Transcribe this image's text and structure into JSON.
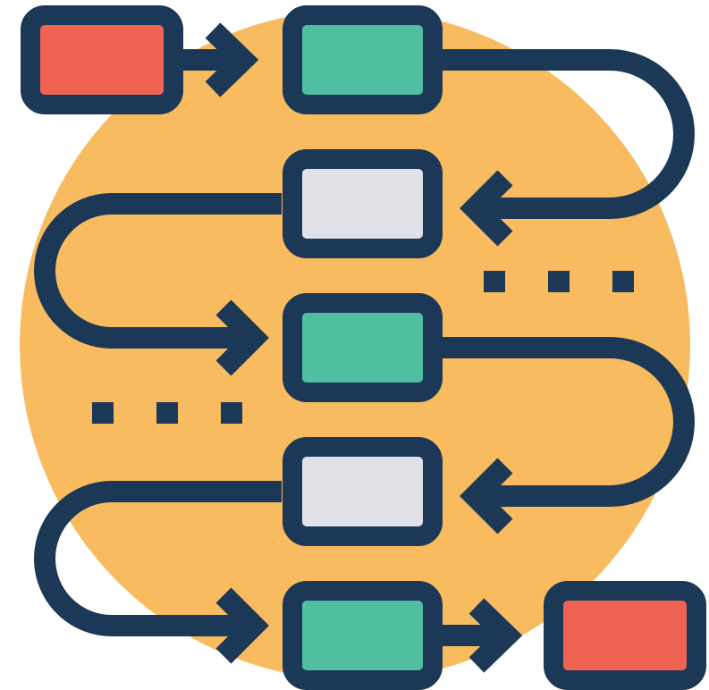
{
  "colors": {
    "background_circle": "#F9BB5F",
    "outline": "#1B3856",
    "start_end_block": "#F06352",
    "green_block": "#4FBF9F",
    "gray_block": "#E0E2E7"
  },
  "diagram": {
    "type": "serpentine-flowchart-icon",
    "blocks": [
      {
        "id": "start",
        "role": "start",
        "color": "start_end_block"
      },
      {
        "id": "step-1",
        "role": "process",
        "color": "green_block"
      },
      {
        "id": "step-2",
        "role": "process",
        "color": "gray_block"
      },
      {
        "id": "step-3",
        "role": "process",
        "color": "green_block"
      },
      {
        "id": "step-4",
        "role": "process",
        "color": "gray_block"
      },
      {
        "id": "step-5",
        "role": "process",
        "color": "green_block"
      },
      {
        "id": "end",
        "role": "end",
        "color": "start_end_block"
      }
    ],
    "connections": [
      {
        "from": "start",
        "to": "step-1",
        "style": "straight-arrow"
      },
      {
        "from": "step-1",
        "to": "step-2",
        "style": "curved-arrow-right"
      },
      {
        "from": "step-2",
        "to": "step-3",
        "style": "curved-arrow-left"
      },
      {
        "from": "step-3",
        "to": "step-4",
        "style": "curved-arrow-right"
      },
      {
        "from": "step-4",
        "to": "step-5",
        "style": "curved-arrow-left"
      },
      {
        "from": "step-5",
        "to": "end",
        "style": "straight-arrow"
      }
    ],
    "ellipsis_groups": [
      {
        "position": "right",
        "dot_count": 3
      },
      {
        "position": "left",
        "dot_count": 3
      }
    ]
  }
}
